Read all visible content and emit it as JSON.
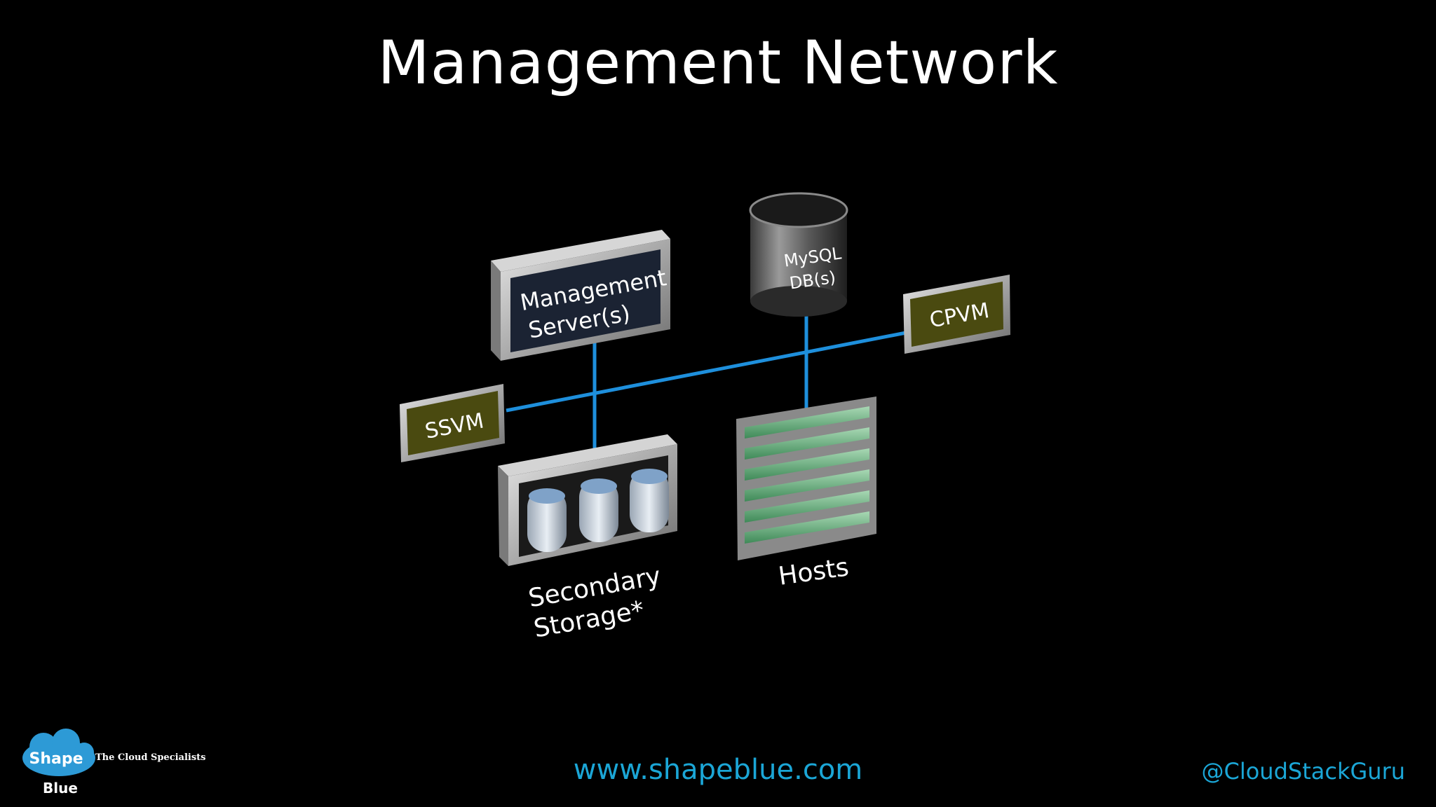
{
  "slide": {
    "title": "Management Network",
    "footer_url": "www.shapeblue.com",
    "footer_handle": "@CloudStackGuru"
  },
  "logo": {
    "word1": "Shape",
    "word2": "Blue",
    "tagline": "The Cloud Specialists"
  },
  "nodes": {
    "mgmt_line1": "Management",
    "mgmt_line2": "Server(s)",
    "db_line1": "MySQL",
    "db_line2": "DB(s)",
    "ssvm": "SSVM",
    "cpvm": "CPVM",
    "storage_line1": "Secondary",
    "storage_line2": "Storage*",
    "hosts": "Hosts"
  },
  "colors": {
    "network_line": "#1e8fdc",
    "link_text": "#1ba6d6",
    "vm_box": "#4a4a10"
  }
}
